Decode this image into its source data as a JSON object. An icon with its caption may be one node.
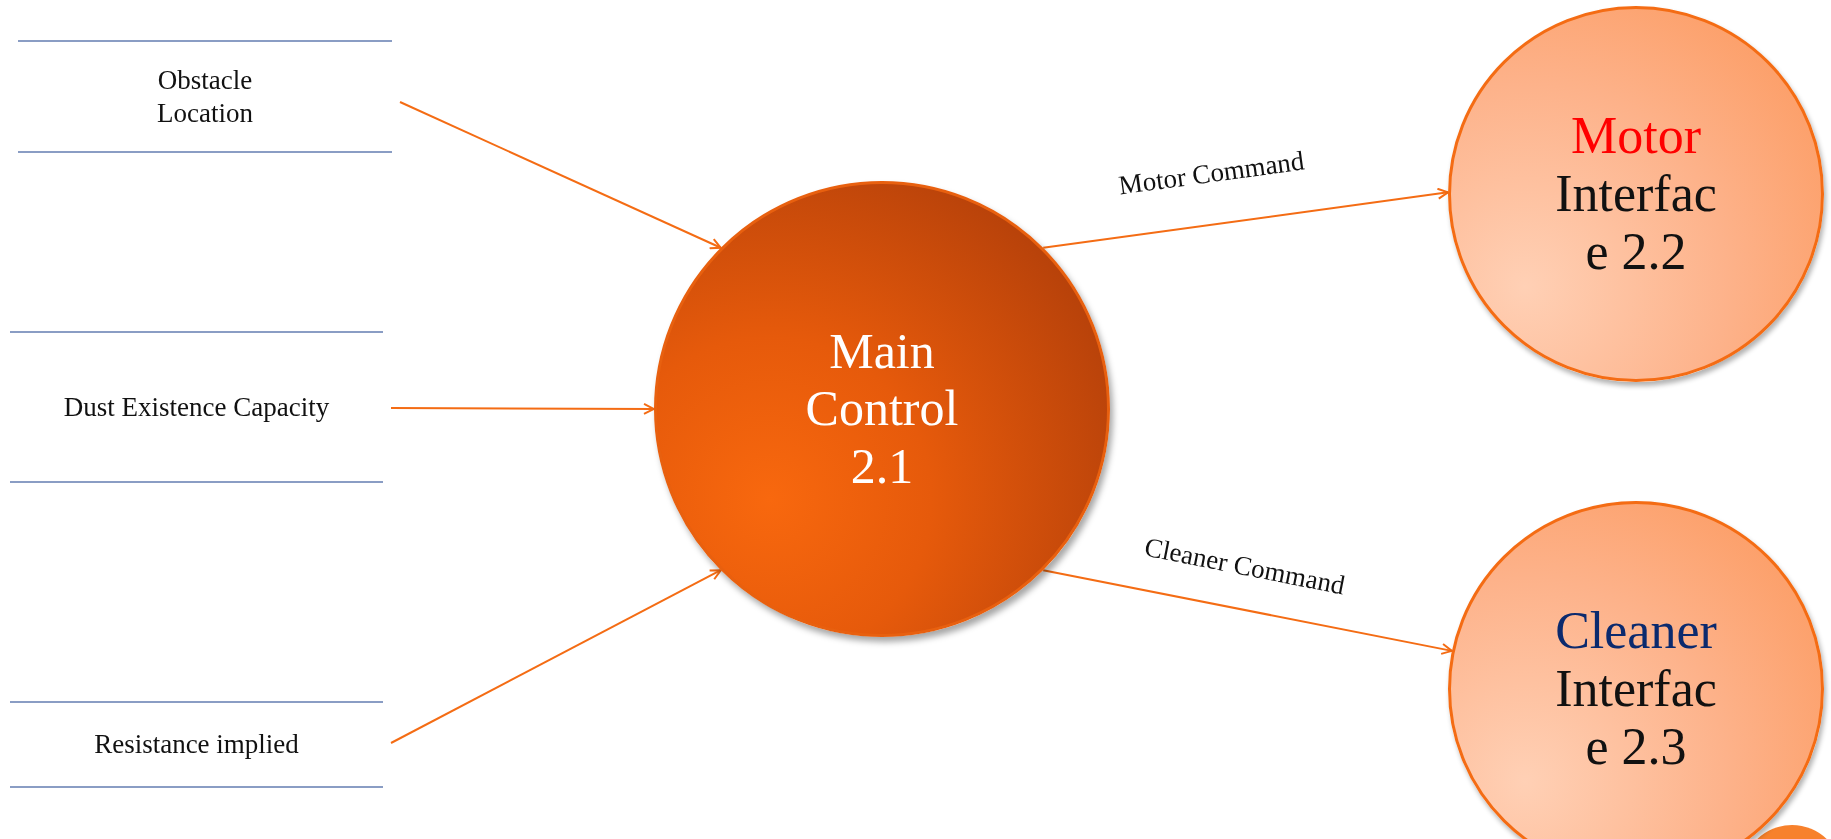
{
  "diagram": {
    "nodes": [
      {
        "text": [
          "Obstacle Location"
        ]
      },
      {
        "text": [
          "Dust Existence Capacity"
        ]
      },
      {
        "text": [
          "Resistance implied"
        ]
      },
      {
        "text": [
          "Main Control 2.1"
        ]
      },
      {
        "text": [
          "Motor",
          "Interfac e 2.2"
        ]
      },
      {
        "text": [
          "Cleaner",
          "Interfac e 2.3"
        ]
      }
    ],
    "edges": [
      {
        "from": 0,
        "to": 3,
        "arrow": "to"
      },
      {
        "from": 1,
        "to": 3,
        "arrow": "to"
      },
      {
        "from": 2,
        "to": 3,
        "arrow": "to"
      },
      {
        "from": 3,
        "to": 4,
        "arrow": "to",
        "label": "Motor Command"
      },
      {
        "from": 3,
        "to": 5,
        "arrow": "to",
        "label": "Cleaner Command"
      }
    ]
  }
}
